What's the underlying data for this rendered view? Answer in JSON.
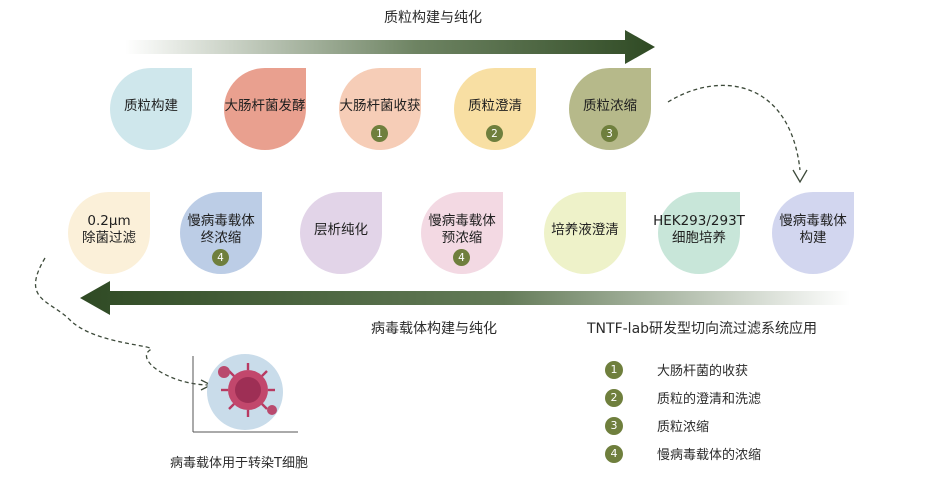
{
  "top_title": "质粒构建与纯化",
  "bottom_title": "病毒载体构建与纯化",
  "system_title": "TNTF-lab研发型切向流过滤系统应用",
  "caption": "病毒载体用于转染T细胞",
  "top_steps": [
    {
      "label": "质粒构建",
      "badge": "",
      "color": "#cfe7ec"
    },
    {
      "label": "大肠杆菌发酵",
      "badge": "",
      "color": "#e9a08f"
    },
    {
      "label": "大肠杆菌收获",
      "badge": "1",
      "color": "#f6cdb7"
    },
    {
      "label": "质粒澄清",
      "badge": "2",
      "color": "#f8dfa3"
    },
    {
      "label": "质粒浓缩",
      "badge": "3",
      "color": "#b6b98a"
    }
  ],
  "bottom_steps": [
    {
      "label": "慢病毒载体\n构建",
      "badge": "",
      "color": "#d2d6ef"
    },
    {
      "label": "HEK293/293T\n细胞培养",
      "badge": "",
      "color": "#c8e6d9"
    },
    {
      "label": "培养液澄清",
      "badge": "",
      "color": "#eef2c9"
    },
    {
      "label": "慢病毒载体\n预浓缩",
      "badge": "4",
      "color": "#f3d9e3"
    },
    {
      "label": "层析纯化",
      "badge": "",
      "color": "#e2d4e8"
    },
    {
      "label": "慢病毒载体\n终浓缩",
      "badge": "4",
      "color": "#bccde6"
    },
    {
      "label": "0.2µm\n除菌过滤",
      "badge": "",
      "color": "#fbf0d9"
    }
  ],
  "legend": [
    {
      "num": "1",
      "text": "大肠杆菌的收获"
    },
    {
      "num": "2",
      "text": "质粒的澄清和洗滤"
    },
    {
      "num": "3",
      "text": "质粒浓缩"
    },
    {
      "num": "4",
      "text": "慢病毒载体的浓缩"
    }
  ],
  "colors": {
    "arrow_dark": "#3d5a2e",
    "badge": "#6f7f3d"
  }
}
